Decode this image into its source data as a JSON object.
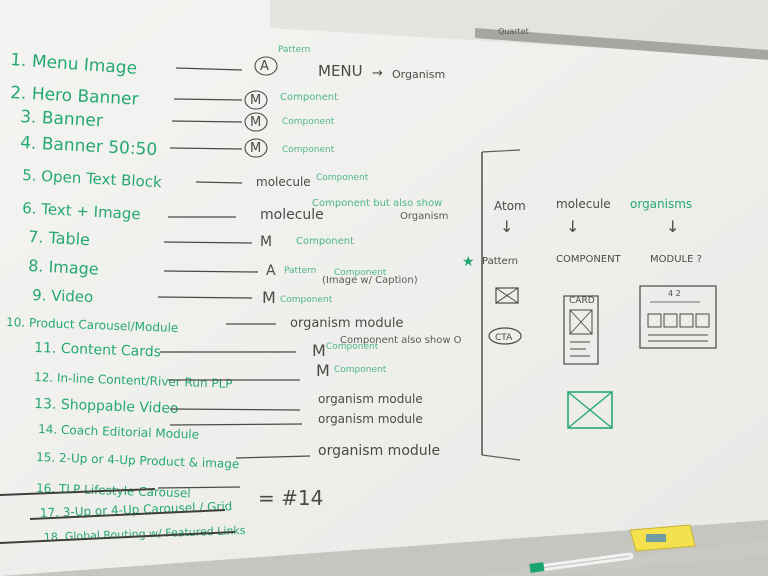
{
  "board": {
    "brand": "Quartet",
    "left_list": [
      "1. Menu Image",
      "2. Hero Banner",
      "3. Banner",
      "4. Banner 50:50",
      "5. Open Text Block",
      "6. Text + Image",
      "7. Table",
      "8. Image",
      "9. Video",
      "10. Product Carousel/Module",
      "11. Content Cards",
      "12. In-line Content/River Run PLP",
      "13. Shoppable Video",
      "14. Coach Editorial Module",
      "15. 2-Up or 4-Up Product & image",
      "16. TLP Lifestyle Carousel",
      "17. 3-Up or 4-Up Carousel / Grid",
      "18. Global Routing w/ Featured Links"
    ],
    "middle_notes": [
      "A",
      "M",
      "M",
      "M",
      "molecule",
      "molecule",
      "M",
      "A",
      "M",
      "organism module",
      "M",
      "M",
      "organism module",
      "organism module",
      "organism module"
    ],
    "green_notes": [
      "Pattern",
      "Component",
      "Component",
      "Component",
      "Component",
      "Component but also show",
      "Organism",
      "Component",
      "Pattern",
      "Component",
      "(Image w/ Caption)",
      "Component",
      "Component",
      "Component also show O",
      "Component"
    ],
    "top_right_note": {
      "menu": "MENU",
      "arrow": "→",
      "organism": "Organism"
    },
    "equals_note": "= #14",
    "diagram": {
      "headers": [
        "Atom",
        "molecule",
        "organisms"
      ],
      "arrows": [
        "↓",
        "↓",
        "↓"
      ],
      "row_labels": [
        "Pattern",
        "COMPONENT",
        "MODULE ?"
      ],
      "atom_label": "CTA",
      "card_label": "CARD",
      "module_label": "4 2"
    }
  },
  "colors": {
    "board": "#f1f1ee",
    "marker_green": "#26a874",
    "marker_black": "#4a4a47",
    "tray": "#c8c8c2",
    "eraser": "#f3e24a"
  }
}
